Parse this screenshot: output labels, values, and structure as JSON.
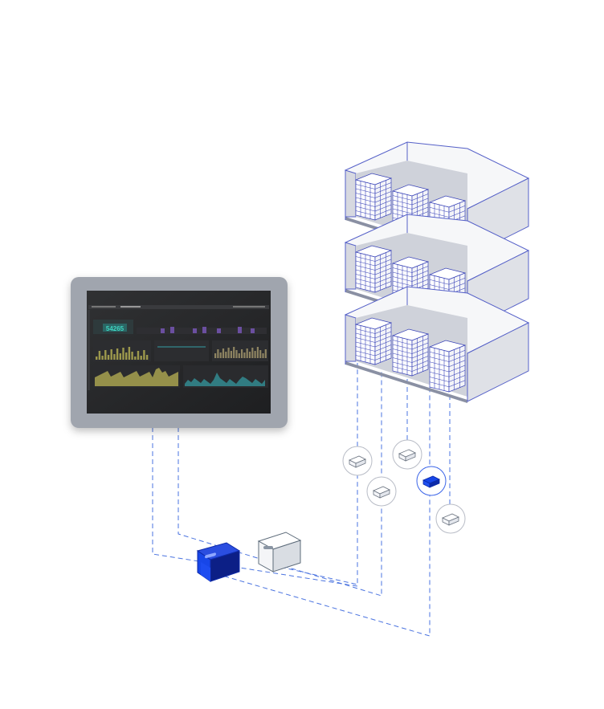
{
  "tablet": {
    "dashboard": {
      "stat_value": "54265",
      "panel_titles": [
        "",
        "",
        "",
        "",
        "",
        ""
      ]
    }
  },
  "warehouse": {
    "floors": 3,
    "bays_per_floor": 3
  },
  "totes": {
    "active": "blue",
    "inactive": "white"
  },
  "colors": {
    "accent_blue": "#1746e8",
    "dash_line": "#4a73e0",
    "tablet_frame": "#9ea3ad",
    "screen_bg": "#2a2b2d",
    "stat_teal": "#2fb6a6",
    "chart_yellow": "#b9b354",
    "chart_teal": "#35a0a6",
    "chart_purple": "#6b4fa0",
    "outline": "#3a44b8"
  },
  "item_markers": [
    {
      "state": "normal"
    },
    {
      "state": "normal"
    },
    {
      "state": "normal"
    },
    {
      "state": "selected"
    },
    {
      "state": "normal"
    }
  ]
}
